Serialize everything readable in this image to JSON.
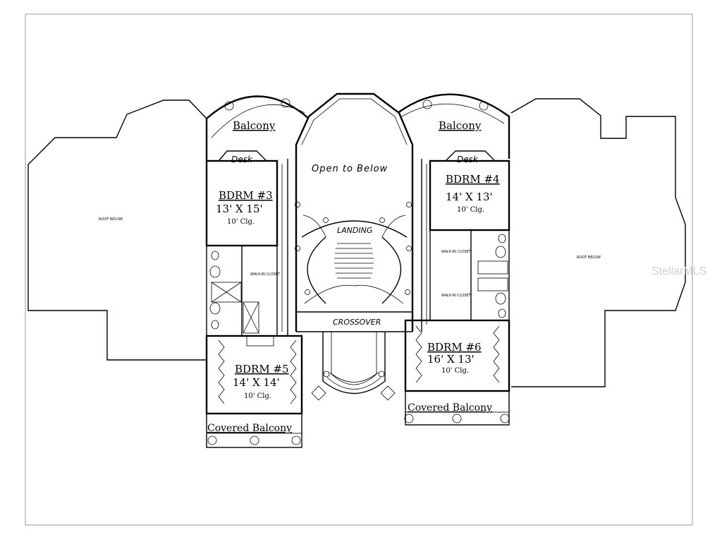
{
  "plan": {
    "rooms": {
      "balcony_left": "Balcony",
      "balcony_right": "Balcony",
      "open_to_below": "Open to Below",
      "landing": "LANDING",
      "crossover": "CROSSOVER",
      "desk_left": "Desk",
      "desk_right": "Desk",
      "roof_left": "ROOF BELOW",
      "roof_right": "ROOF BELOW",
      "walkin_left": "WALK-IN CLOSET",
      "walkin_right_top": "WALK-IN CLOSET",
      "walkin_right_bottom": "WALK-IN CLOSET",
      "covered_balcony_left": "Covered Balcony",
      "covered_balcony_right": "Covered Balcony"
    },
    "bedrooms": [
      {
        "name": "BDRM #3",
        "size": "13' X 15'",
        "ceiling": "10' Clg."
      },
      {
        "name": "BDRM #4",
        "size": "14' X 13'",
        "ceiling": "10' Clg."
      },
      {
        "name": "BDRM #5",
        "size": "14' X 14'",
        "ceiling": "10' Clg."
      },
      {
        "name": "BDRM #6",
        "size": "16' X 13'",
        "ceiling": "10' Clg."
      }
    ]
  },
  "watermark": "StellarMLS"
}
